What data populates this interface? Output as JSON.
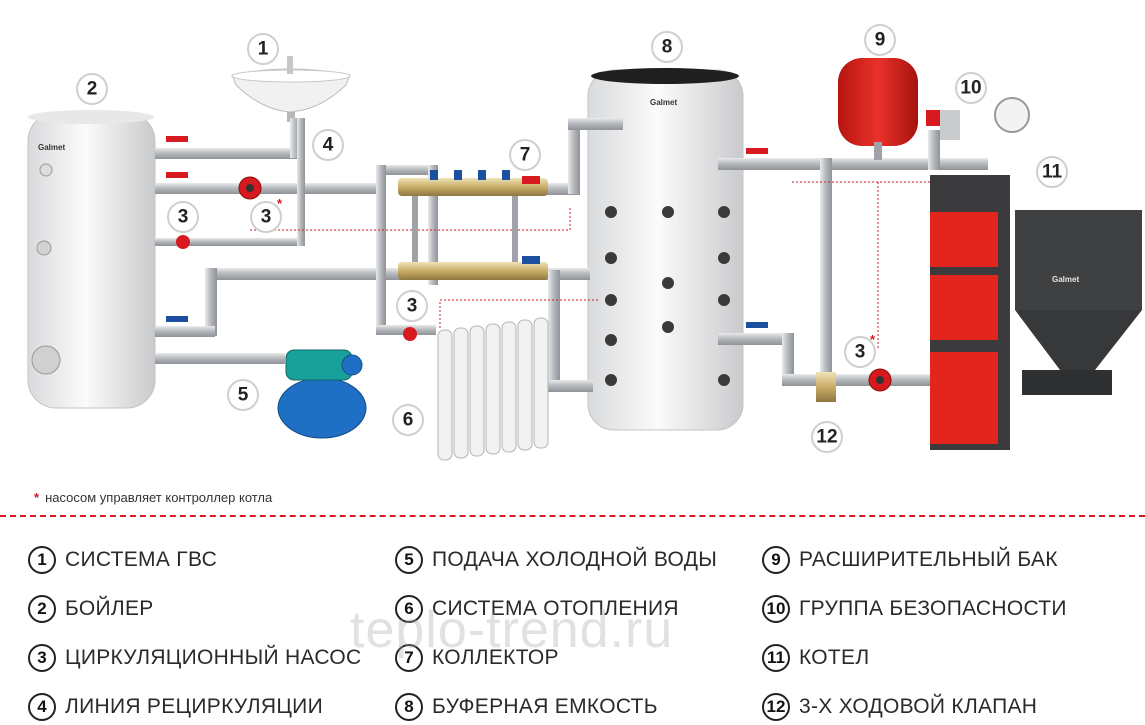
{
  "callouts": {
    "c1": "1",
    "c2": "2",
    "c3a": "3",
    "c3b": "3",
    "c3c": "3",
    "c3d": "3",
    "c4": "4",
    "c5": "5",
    "c6": "6",
    "c7": "7",
    "c8": "8",
    "c9": "9",
    "c10": "10",
    "c11": "11",
    "c12": "12"
  },
  "star": "*",
  "brand": "Galmet",
  "note": {
    "star": "*",
    "text": "насосом управляет контроллер котла"
  },
  "legend": [
    {
      "num": "1",
      "label": "СИСТЕМА ГВС"
    },
    {
      "num": "2",
      "label": "БОЙЛЕР"
    },
    {
      "num": "3",
      "label": "ЦИРКУЛЯЦИОННЫЙ НАСОС"
    },
    {
      "num": "4",
      "label": "ЛИНИЯ РЕЦИРКУЛЯЦИИ"
    },
    {
      "num": "5",
      "label": "ПОДАЧА ХОЛОДНОЙ ВОДЫ"
    },
    {
      "num": "6",
      "label": "СИСТЕМА ОТОПЛЕНИЯ"
    },
    {
      "num": "7",
      "label": "КОЛЛЕКТОР"
    },
    {
      "num": "8",
      "label": "БУФЕРНАЯ ЕМКОСТЬ"
    },
    {
      "num": "9",
      "label": "РАСШИРИТЕЛЬНЫЙ БАК"
    },
    {
      "num": "10",
      "label": "ГРУППА БЕЗОПАСНОСТИ"
    },
    {
      "num": "11",
      "label": "КОТЕЛ"
    },
    {
      "num": "12",
      "label": "3-Х ХОДОВОЙ КЛАПАН"
    }
  ],
  "watermark": "teplo-trend.ru",
  "colors": {
    "accent": "#d71920",
    "pipe": "#b9bcc0",
    "boiler_red": "#e2261d",
    "pump_blue": "#1f6fc4"
  }
}
